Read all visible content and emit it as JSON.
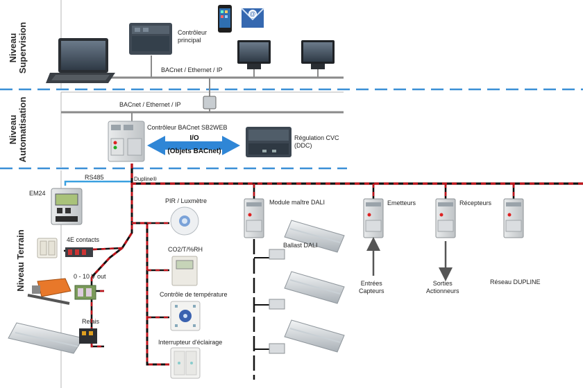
{
  "levels": {
    "supervision": [
      "Niveau",
      "Supervision"
    ],
    "automation": [
      "Niveau",
      "Automatisation"
    ],
    "field": "Niveau Terrain"
  },
  "networks": {
    "supervision_bus": "BACnet / Ethernet / IP",
    "automation_bus": "BACnet / Ethernet / IP",
    "rs485": "RS485",
    "dupline": "Dupline®"
  },
  "devices": {
    "main_controller": [
      "Contrôleur",
      "principal"
    ],
    "sb2web": "Contrôleur BACnet SB2WEB",
    "ddc": [
      "Régulation CVC",
      "(DDC)"
    ],
    "io": [
      "I/O",
      "(Objets BACnet)"
    ],
    "em24": "EM24",
    "contacts": "4E contacts",
    "analog_out": "0 - 10 V out",
    "relays": "Relais",
    "pir": "PIR / Luxmètre",
    "co2": "CO2/T/%RH",
    "temp": "Contrôle de température",
    "switch": "Interrupteur d'éclairage",
    "dali_master": "Module maître DALI",
    "dali_ballast": "Ballast DALI",
    "transmitters": "Emetteurs",
    "receivers": "Récepteurs",
    "inputs": [
      "Entrées",
      "Capteurs"
    ],
    "outputs": [
      "Sorties",
      "Actionneurs"
    ],
    "dupline_net": "Réseau DUPLINE"
  },
  "colors": {
    "dupline_red": "#c0141b",
    "dupline_black": "#111111",
    "dashed_blue": "#3a8fd6",
    "arrow_blue": "#2f86d6",
    "rs485_blue": "#3aa0e0"
  }
}
